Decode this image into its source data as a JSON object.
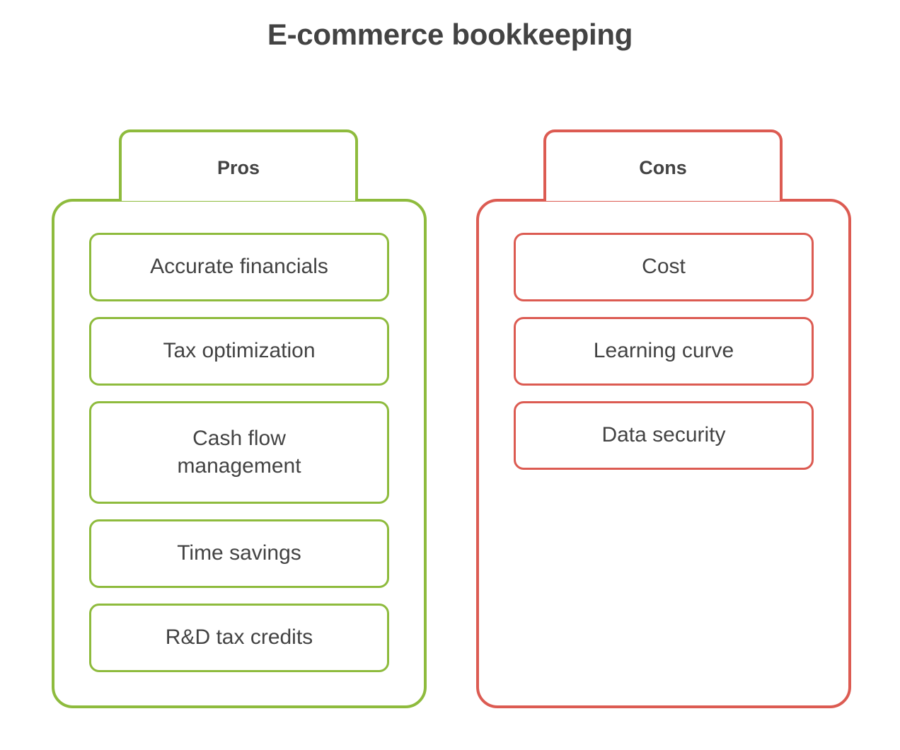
{
  "page": {
    "title": "E-commerce bookkeeping",
    "background": "#ffffff",
    "text_color": "#434343"
  },
  "columns": [
    {
      "id": "pros",
      "tab_label": "Pros",
      "accent_color": "#8ebb3d",
      "items": [
        {
          "label": "Accurate financials"
        },
        {
          "label": "Tax optimization"
        },
        {
          "label": "Cash flow management"
        },
        {
          "label": "Time savings"
        },
        {
          "label": "R&D tax credits"
        }
      ]
    },
    {
      "id": "cons",
      "tab_label": "Cons",
      "accent_color": "#dc5b52",
      "items": [
        {
          "label": "Cost"
        },
        {
          "label": "Learning curve"
        },
        {
          "label": "Data security"
        }
      ]
    }
  ]
}
